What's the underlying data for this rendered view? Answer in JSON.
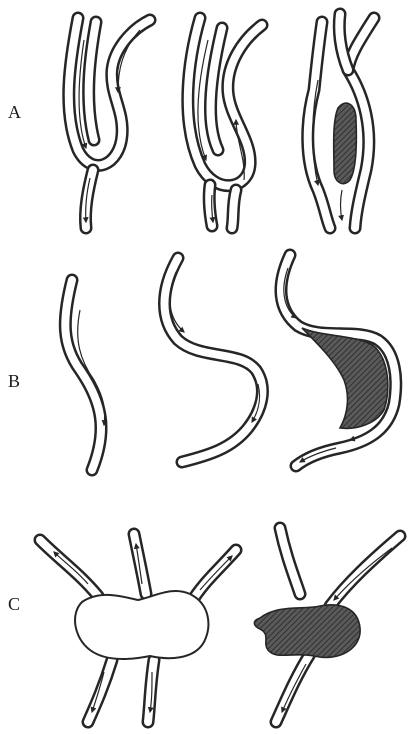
{
  "rows": [
    {
      "label": "A"
    },
    {
      "label": "B"
    },
    {
      "label": "C"
    }
  ],
  "colors": {
    "ink": "#262626",
    "background": "#ffffff"
  }
}
